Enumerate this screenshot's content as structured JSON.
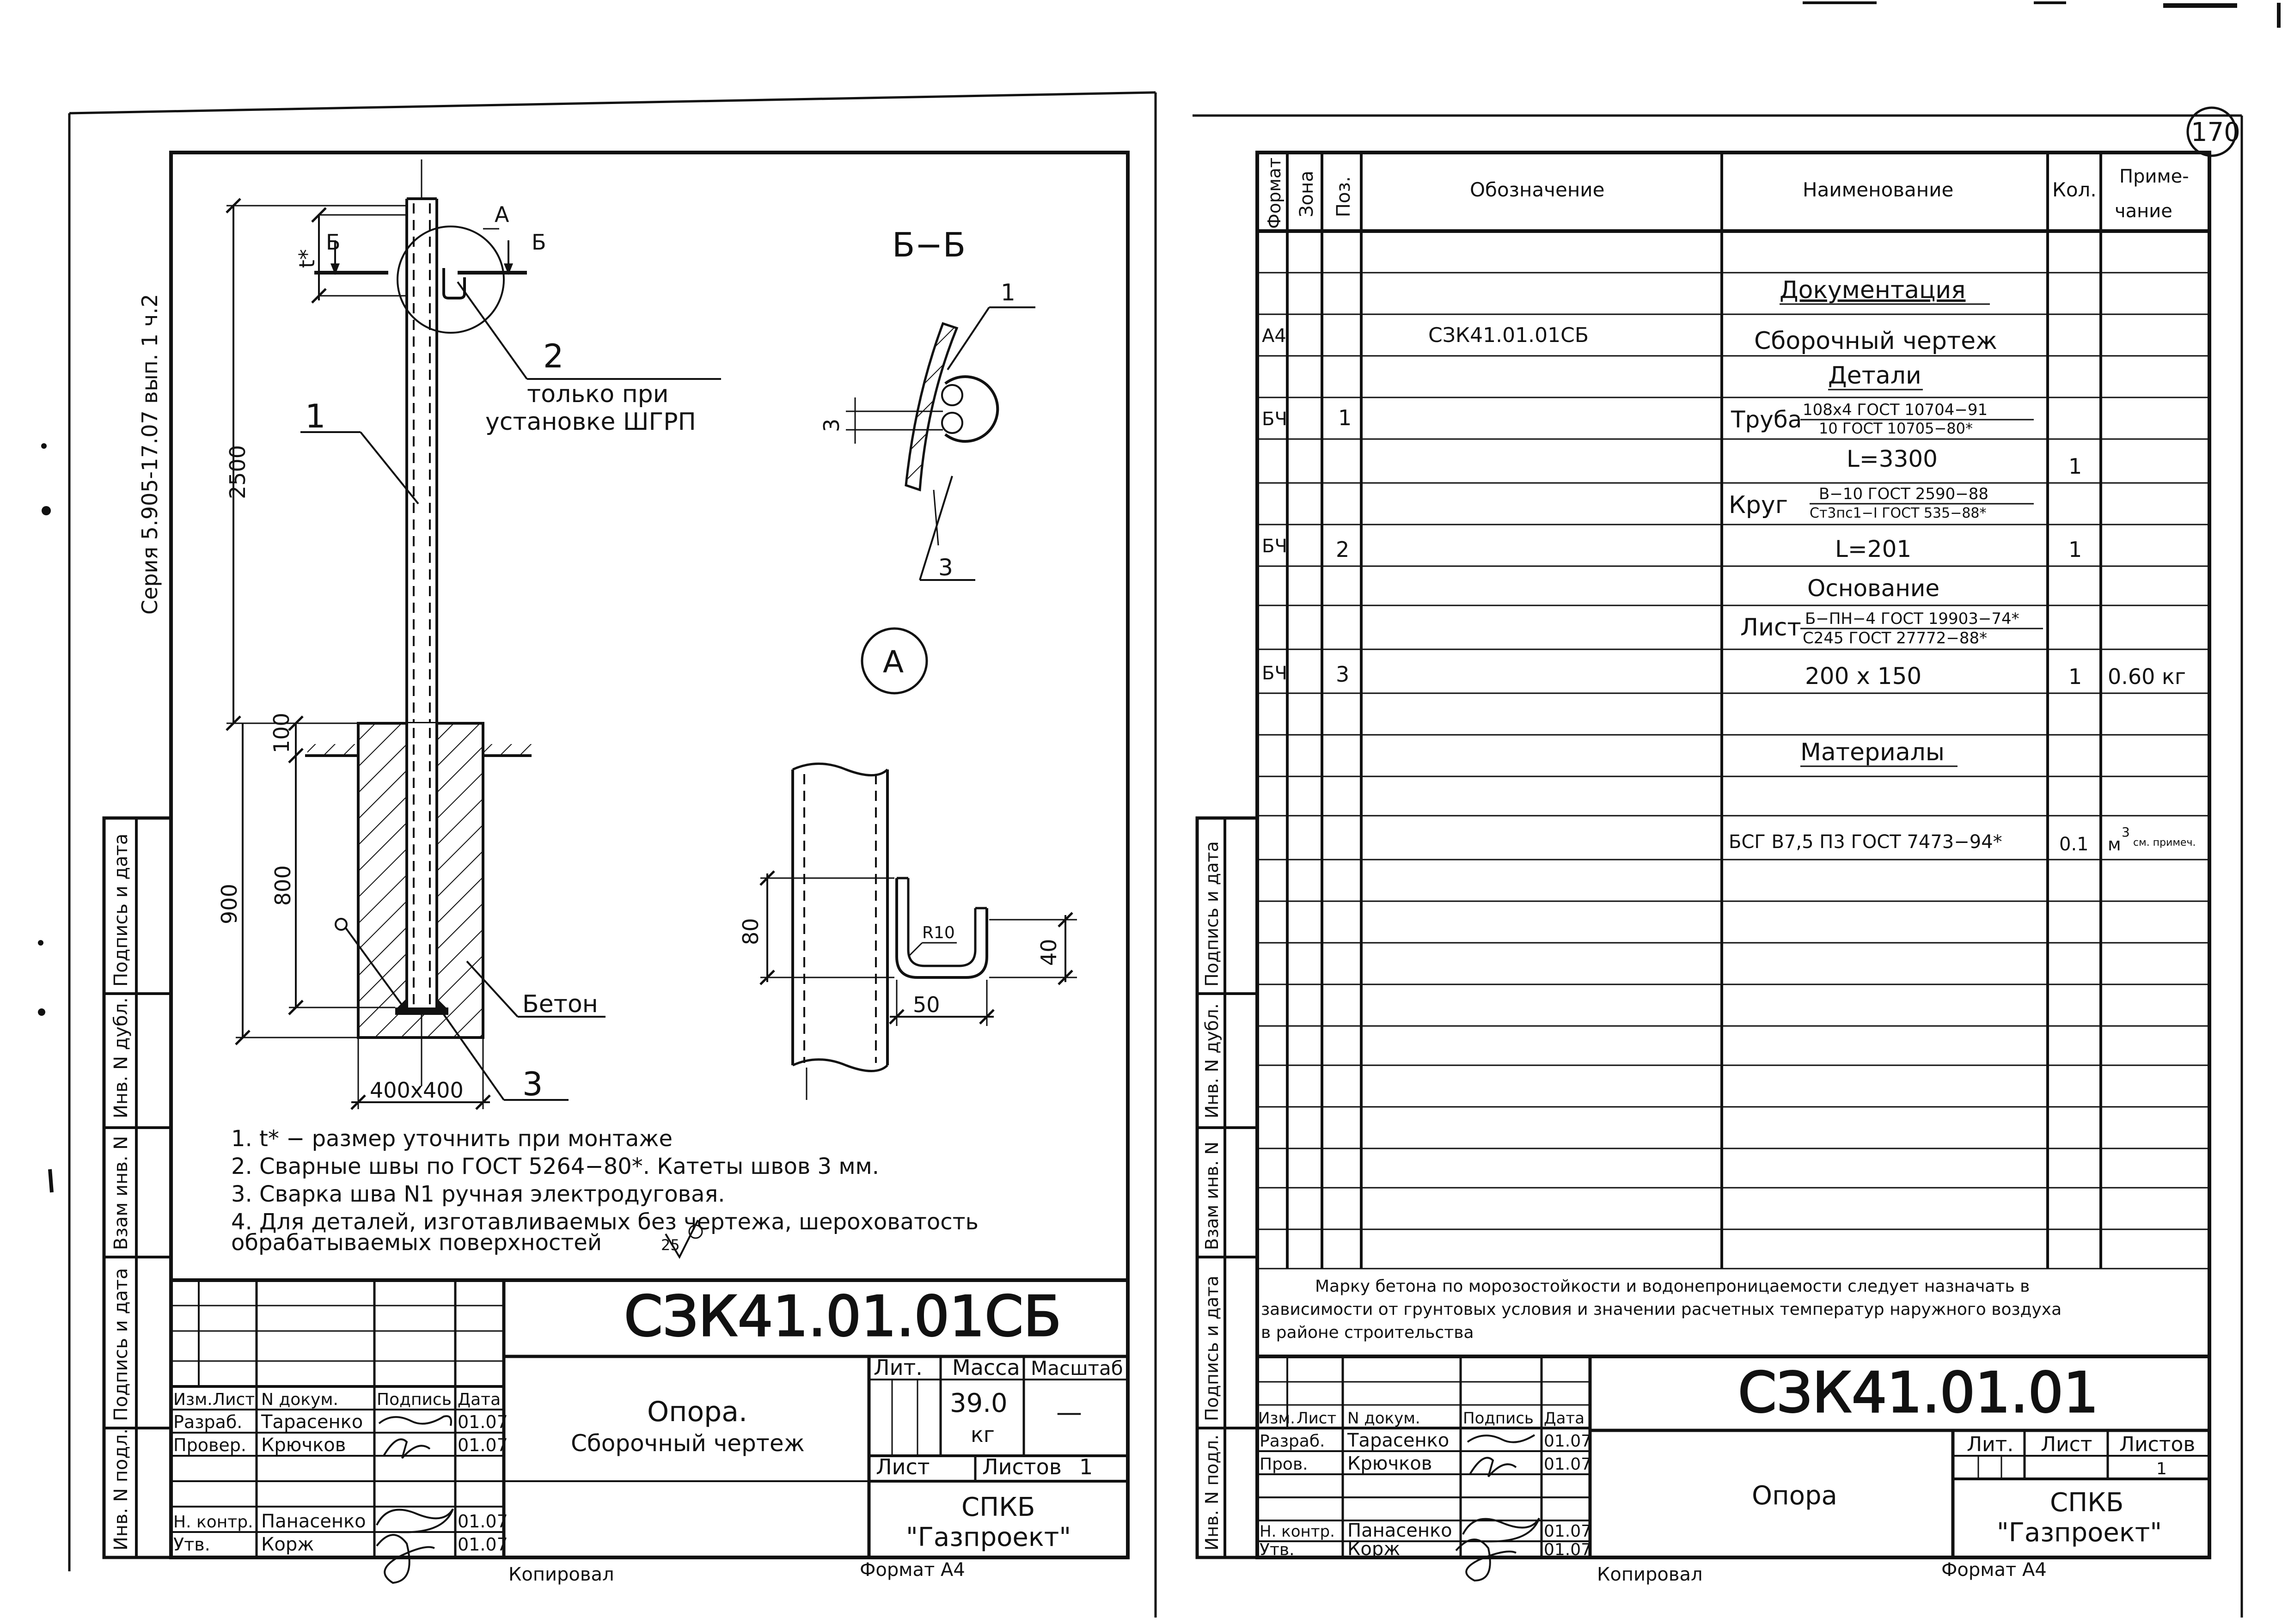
{
  "left_sheet": {
    "series_label": "Серия 5.905-17.07 вып. 1 ч.2",
    "margin_labels": [
      "Подпись и дата",
      "Инв. N дубл.",
      "Взам инв. N",
      "Подпись и дата",
      "Инв. N подл."
    ],
    "drawing": {
      "section_mark": "Б",
      "section_title": "Б−Б",
      "label_A": "A",
      "label_A_circle": "A",
      "label_t": "t*",
      "dim_2500": "2500",
      "dim_100": "100",
      "dim_800": "800",
      "dim_900": "900",
      "dim_400x400": "400x400",
      "dim_3_section": "3",
      "dim_80": "80",
      "dim_40": "40",
      "dim_50": "50",
      "dim_R10": "R10",
      "pos_1": "1",
      "pos_2": "2",
      "pos_3": "3",
      "note_pos2_line1": "только при",
      "note_pos2_line2": "установке ШГРП",
      "label_concrete": "Бетон"
    },
    "notes": [
      "1. t* − размер уточнить при монтаже",
      "2.  Сварные швы по ГОСТ 5264−80*. Катеты швов 3 мм.",
      "3.  Сварка шва N1 ручная электродуговая.",
      "4. Для деталей, изготавливаемых без чертежа, шероховатость",
      "обрабатываемых поверхностей"
    ],
    "roughness": "25",
    "title_block": {
      "doc_code": "СЗК41.01.01СБ",
      "name_line1": "Опора.",
      "name_line2": "Сборочный чертеж",
      "headers": [
        "Изм.",
        "Лист",
        "N докум.",
        "Подпись",
        "Дата"
      ],
      "roles": [
        {
          "role": "Разраб.",
          "name": "Тарасенко",
          "date": "01.07"
        },
        {
          "role": "Провер.",
          "name": "Крючков",
          "date": "01.07"
        },
        {
          "role": "Н. контр.",
          "name": "Панасенко",
          "date": "01.07"
        },
        {
          "role": "Утв.",
          "name": "Корж",
          "date": "01.07"
        }
      ],
      "lit_label": "Лит.",
      "mass_label": "Масса",
      "scale_label": "Масштаб",
      "mass_value": "39.0",
      "mass_unit": "кг",
      "scale_value": "—",
      "sheet_label": "Лист",
      "sheets_label": "Листов",
      "sheets_value": "1",
      "org_line1": "СПКБ",
      "org_line2": "\"Газпроект\""
    },
    "copied_label": "Копировал",
    "format_label": "Формат А4"
  },
  "right_sheet": {
    "page_number": "170",
    "margin_labels": [
      "Подпись и дата",
      "Инв. N дубл.",
      "Взам инв. N",
      "Подпись и дата",
      "Инв. N подл."
    ],
    "spec_headers": {
      "format": "Формат",
      "zone": "Зона",
      "pos": "Поз.",
      "designation": "Обозначение",
      "name": "Наименование",
      "qty": "Кол.",
      "note_line1": "Приме-",
      "note_line2": "чание"
    },
    "sections": {
      "documentation": "Документация",
      "parts": "Детали",
      "materials": "Материалы"
    },
    "rows": {
      "doc_format": "А4",
      "doc_code": "СЗК41.01.01СБ",
      "doc_name": "Сборочный чертеж",
      "p1_format": "БЧ",
      "p1_pos": "1",
      "p1_prefix": "Труба",
      "p1_top": "108x4 ГОСТ 10704−91",
      "p1_bottom": "10 ГОСТ 10705−80*",
      "p1_len": "L=3300",
      "p1_qty": "1",
      "p2_prefix": "Круг",
      "p2_top": "В−10 ГОСТ 2590−88",
      "p2_bottom": "Ст3пс1−I ГОСТ 535−88*",
      "p2_format": "БЧ",
      "p2_pos": "2",
      "p2_len": "L=201",
      "p2_qty": "1",
      "p3_title": "Основание",
      "p3_prefix": "Лист",
      "p3_top": "Б−ПН−4 ГОСТ 19903−74*",
      "p3_bottom": "С245 ГОСТ 27772−88*",
      "p3_format": "БЧ",
      "p3_pos": "3",
      "p3_size": "200 x 150",
      "p3_qty": "1",
      "p3_note": "0.60 кг",
      "mat_name": "БСГ В7,5 П3 ГОСТ 7473−94*",
      "mat_qty": "0.1",
      "mat_unit": "м",
      "mat_unit_sup": "3",
      "mat_note": "см. примеч."
    },
    "concrete_note": [
      "Марку бетона по морозостойкости и водонепроницаемости следует назначать в",
      "зависимости от грунтовых условия и значении расчетных температур наружного воздуха",
      "в районе строительства"
    ],
    "title_block": {
      "doc_code": "СЗК41.01.01",
      "name": "Опора",
      "headers": [
        "Изм.",
        "Лист",
        "N докум.",
        "Подпись",
        "Дата"
      ],
      "roles": [
        {
          "role": "Разраб.",
          "name": "Тарасенко",
          "date": "01.07"
        },
        {
          "role": "Пров.",
          "name": "Крючков",
          "date": "01.07"
        },
        {
          "role": "Н. контр.",
          "name": "Панасенко",
          "date": "01.07"
        },
        {
          "role": "Утв.",
          "name": "Корж",
          "date": "01.07"
        }
      ],
      "lit_label": "Лит.",
      "sheet_label": "Лист",
      "sheets_label": "Листов",
      "sheets_value": "1",
      "org_line1": "СПКБ",
      "org_line2": "\"Газпроект\""
    },
    "copied_label": "Копировал",
    "format_label": "Формат А4"
  }
}
